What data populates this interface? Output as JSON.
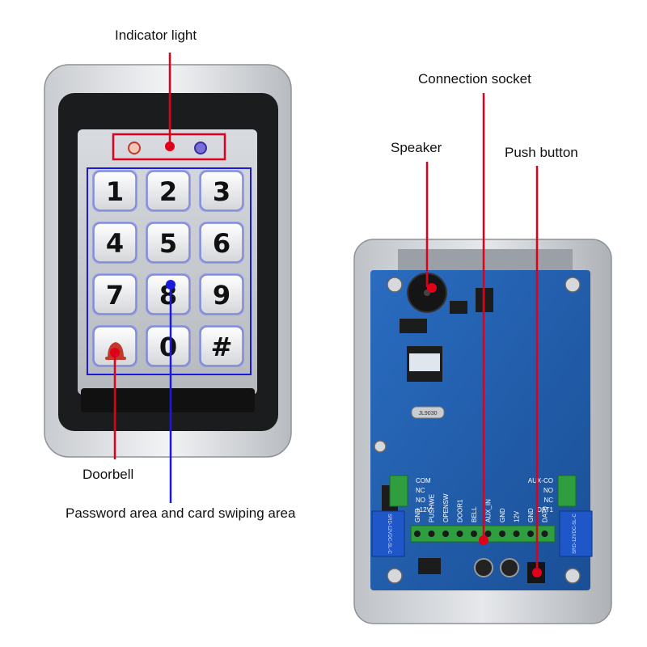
{
  "callouts": {
    "indicator_light": "Indicator light",
    "doorbell": "Doorbell",
    "password_area": "Password area and card swiping area",
    "connection_socket": "Connection socket",
    "speaker": "Speaker",
    "push_button": "Push button"
  },
  "keypad": {
    "keys": [
      "1",
      "2",
      "3",
      "4",
      "5",
      "6",
      "7",
      "8",
      "9",
      "",
      "0",
      "#"
    ]
  },
  "board": {
    "terminal_left": [
      "COM",
      "NC",
      "NO",
      "+12V"
    ],
    "terminal_right": [
      "AUX-CO",
      "NO",
      "NC",
      "DAT1"
    ],
    "bottom_terminals": [
      "GND",
      "PUSHWE",
      "OPENSW",
      "DOOR1",
      "BELL",
      "AUX_IN",
      "GND",
      "12V",
      "GND",
      "DAT0"
    ],
    "relay_label": "SRD-12VDC-SL-C",
    "chip_label": "JL9030"
  },
  "colors": {
    "accent_red": "#e0001b",
    "accent_blue": "#1a1adc",
    "pcb_blue": "#1f5fb0",
    "terminal_green": "#2f9e3f"
  }
}
